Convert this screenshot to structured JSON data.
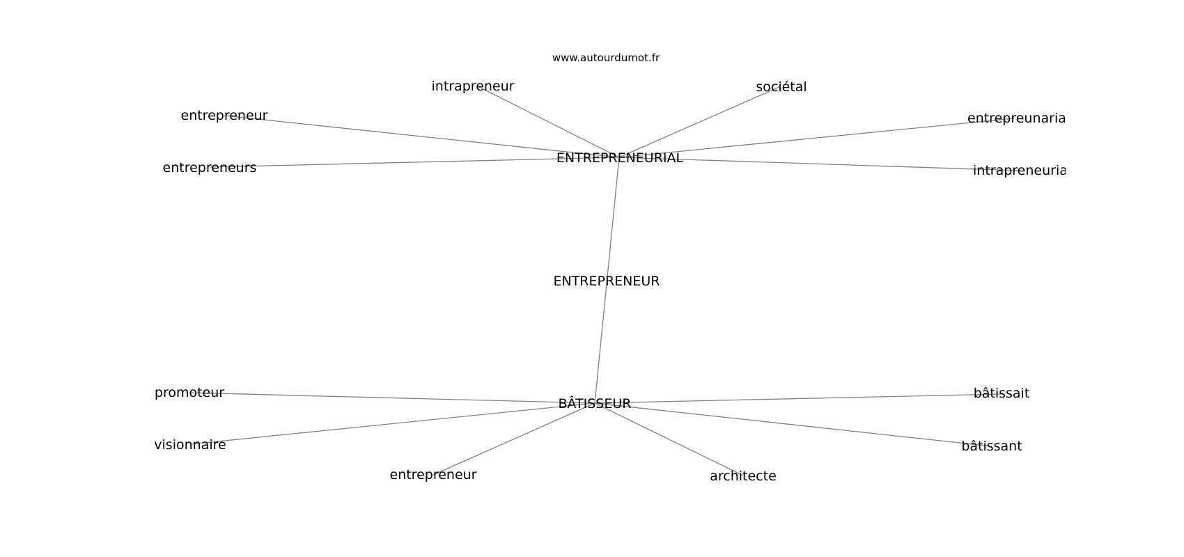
{
  "source": "www.autourdumot.fr",
  "graph": {
    "center": "ENTREPRENEUR",
    "hubs": [
      {
        "id": "entrepreneurial",
        "label": "ENTREPRENEURIAL",
        "neighbors": [
          {
            "id": "entrepreneurial-intrapreneur",
            "label": "intrapreneur"
          },
          {
            "id": "entrepreneurial-societal",
            "label": "sociétal"
          },
          {
            "id": "entrepreneurial-entrepreneur",
            "label": "entrepreneur"
          },
          {
            "id": "entrepreneurial-entrepreneurs",
            "label": "entrepreneurs"
          },
          {
            "id": "entrepreneurial-entrepreunariat",
            "label": "entrepreunariat"
          },
          {
            "id": "entrepreneurial-intrapreneuriat",
            "label": "intrapreneuriat"
          }
        ]
      },
      {
        "id": "batisseur",
        "label": "BÂTISSEUR",
        "neighbors": [
          {
            "id": "batisseur-promoteur",
            "label": "promoteur"
          },
          {
            "id": "batisseur-visionnaire",
            "label": "visionnaire"
          },
          {
            "id": "batisseur-entrepreneur",
            "label": "entrepreneur"
          },
          {
            "id": "batisseur-architecte",
            "label": "architecte"
          },
          {
            "id": "batisseur-batissait",
            "label": "bâtissait"
          },
          {
            "id": "batisseur-batissant",
            "label": "bâtissant"
          }
        ]
      }
    ]
  }
}
